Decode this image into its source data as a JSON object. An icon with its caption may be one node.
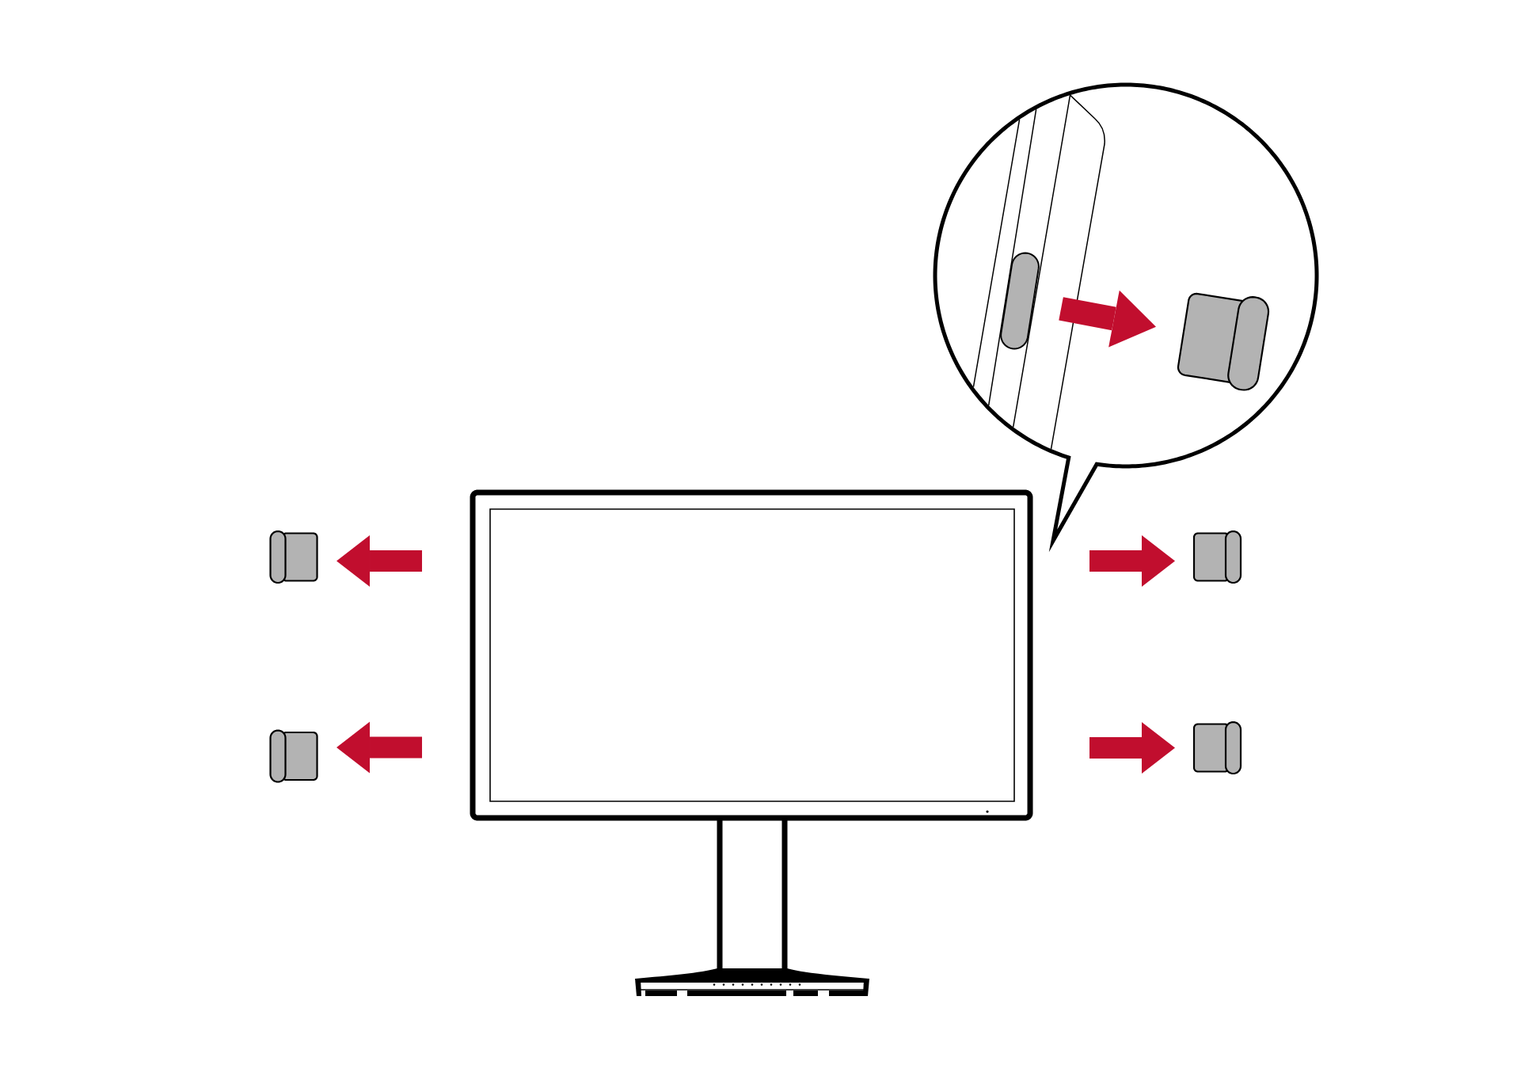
{
  "diagram": {
    "nodes": [
      {
        "text": [],
        "shape": "circle"
      },
      {
        "text": [],
        "shape": "picture",
        "in": 0
      },
      {
        "text": [],
        "shape": "box",
        "in": 0
      },
      {
        "text": [],
        "shape": "picture"
      },
      {
        "text": [],
        "shape": "box"
      },
      {
        "text": [],
        "shape": "box"
      },
      {
        "text": [],
        "shape": "box"
      },
      {
        "text": [],
        "shape": "box"
      }
    ],
    "edges": [
      {
        "from": 1,
        "to": 2,
        "arrow": "to",
        "color": "#c10e2e"
      },
      {
        "from": 3,
        "to": 4,
        "arrow": "to",
        "color": "#c10e2e"
      },
      {
        "from": 3,
        "to": 5,
        "arrow": "to",
        "color": "#c10e2e"
      },
      {
        "from": 3,
        "to": 6,
        "arrow": "to",
        "color": "#c10e2e"
      },
      {
        "from": 3,
        "to": 7,
        "arrow": "to",
        "color": "#c10e2e"
      }
    ]
  }
}
